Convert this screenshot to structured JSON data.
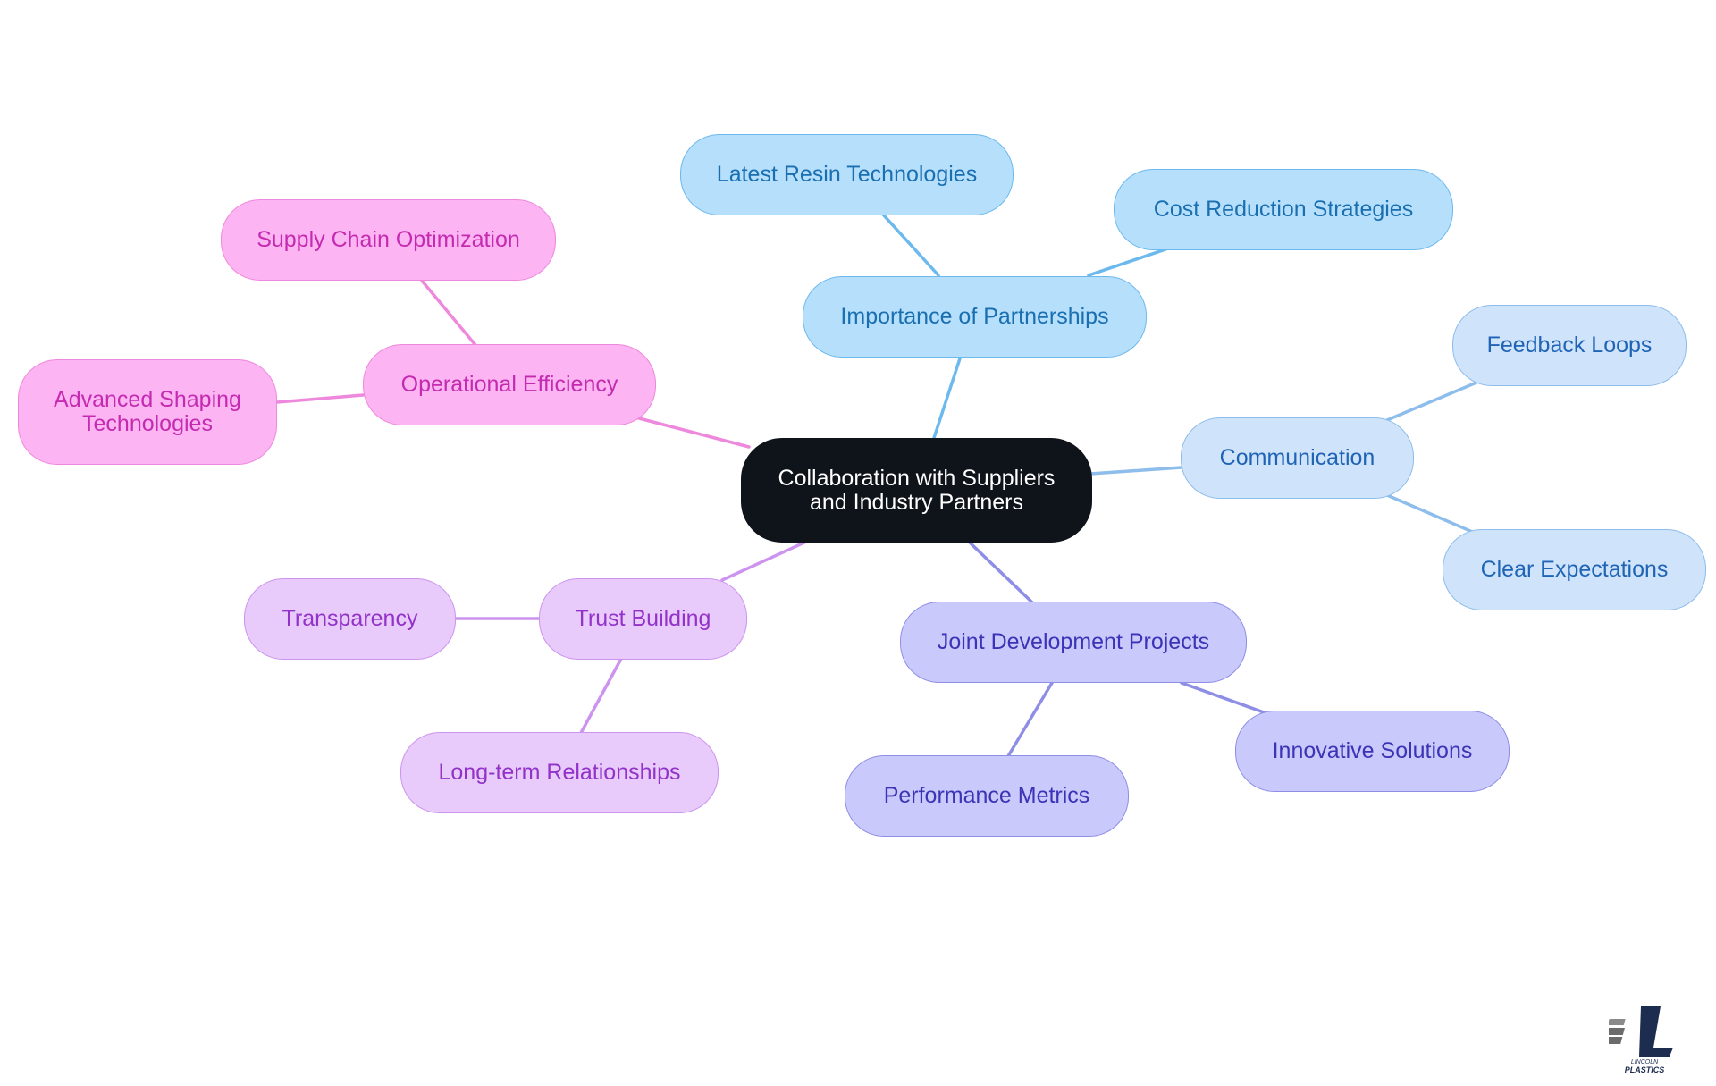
{
  "diagram": {
    "root": {
      "label": "Collaboration with Suppliers\nand Industry Partners"
    },
    "branches": {
      "partnerships": {
        "label": "Importance of Partnerships",
        "children": [
          "Latest Resin Technologies",
          "Cost Reduction Strategies"
        ]
      },
      "communication": {
        "label": "Communication",
        "children": [
          "Feedback Loops",
          "Clear Expectations"
        ]
      },
      "joint_projects": {
        "label": "Joint Development Projects",
        "children": [
          "Innovative Solutions",
          "Performance Metrics"
        ]
      },
      "trust": {
        "label": "Trust Building",
        "children": [
          "Transparency",
          "Long-term Relationships"
        ]
      },
      "efficiency": {
        "label": "Operational Efficiency",
        "children": [
          "Supply Chain Optimization",
          "Advanced Shaping\nTechnologies"
        ]
      }
    },
    "colors": {
      "partnerships_edge": "#6cb9ee",
      "communication_edge": "#8dbdea",
      "joint_projects_edge": "#8e8ee6",
      "trust_edge": "#cc93ef",
      "efficiency_edge": "#ee88dc",
      "root_fill": "#0f131a"
    }
  },
  "logo": {
    "name": "lincoln-plastics-logo",
    "text_line1": "LINCOLN",
    "text_line2": "PLASTICS"
  }
}
